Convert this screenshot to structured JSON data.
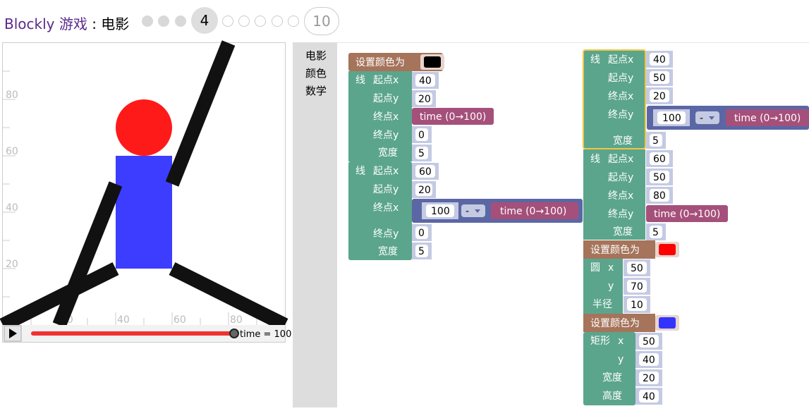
{
  "header": {
    "app_name": "Blockly 游戏",
    "separator": " : ",
    "game_name": "电影",
    "current_level": "4",
    "last_level": "10"
  },
  "stage": {
    "y_ticks": [
      "80",
      "60",
      "40",
      "20"
    ],
    "x_ticks": [
      "20",
      "40",
      "60",
      "80"
    ],
    "time_label": "time = 100",
    "time_value_percent": 100
  },
  "toolbox": {
    "categories": [
      "电影",
      "颜色",
      "数学"
    ]
  },
  "blocks": {
    "set_color": "设置颜色为",
    "line": "线",
    "start_x": "起点x",
    "start_y": "起点y",
    "end_x": "终点x",
    "end_y": "终点y",
    "width": "宽度",
    "height": "高度",
    "circle": "圆",
    "radius": "半径",
    "rect": "矩形",
    "x": "x",
    "y": "y",
    "time": "time (0→100)",
    "minus": "-",
    "hundred": "100",
    "values": {
      "l1": [
        "40",
        "20",
        "0",
        "5"
      ],
      "l2": [
        "60",
        "20",
        "0",
        "5"
      ],
      "l3": [
        "40",
        "50",
        "20",
        "5"
      ],
      "l4": [
        "60",
        "50",
        "80",
        "5"
      ],
      "circle": [
        "50",
        "70",
        "10"
      ],
      "rect": [
        "50",
        "40",
        "20",
        "40"
      ]
    },
    "colors": {
      "black": "#000000",
      "red": "#ff0000",
      "blue": "#3333ff"
    }
  }
}
